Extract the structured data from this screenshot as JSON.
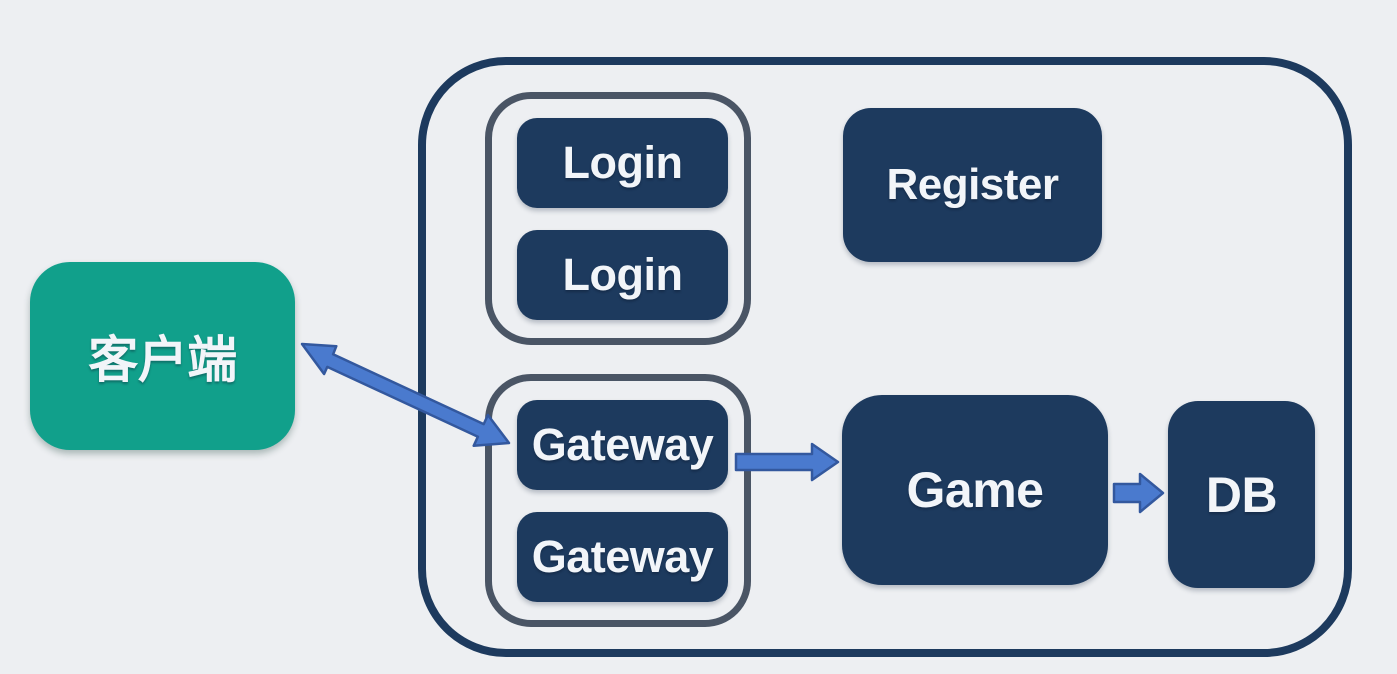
{
  "diagram": {
    "background_color": "#edeff2",
    "colors": {
      "node_fill": "#1d3a5e",
      "node_text": "#f2f5f9",
      "client_fill": "#11a08b",
      "boundary_border": "#1d3a5e",
      "group_border": "#4a5565",
      "arrow_fill": "#4a7ace",
      "arrow_outline": "#33589e"
    },
    "nodes": {
      "client": {
        "label": "客户端"
      },
      "login_1": {
        "label": "Login"
      },
      "login_2": {
        "label": "Login"
      },
      "register": {
        "label": "Register"
      },
      "gateway_1": {
        "label": "Gateway"
      },
      "gateway_2": {
        "label": "Gateway"
      },
      "game": {
        "label": "Game"
      },
      "db": {
        "label": "DB"
      }
    },
    "groups": {
      "login_cluster": {
        "members": [
          "login_1",
          "login_2"
        ]
      },
      "gateway_cluster": {
        "members": [
          "gateway_1",
          "gateway_2"
        ]
      }
    },
    "edges": [
      {
        "from": "client",
        "to": "gateway_1",
        "type": "bidirectional"
      },
      {
        "from": "gateway_1",
        "to": "game",
        "type": "directed"
      },
      {
        "from": "game",
        "to": "db",
        "type": "directed"
      }
    ]
  }
}
